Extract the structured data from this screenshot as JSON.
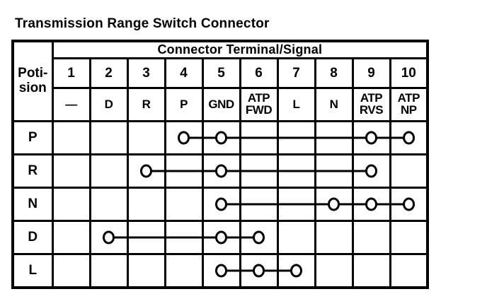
{
  "title": "Transmission Range Switch Connector",
  "table": {
    "corner_label": "Poti-\nsion",
    "group_header": "Connector Terminal/Signal",
    "terminals": [
      "1",
      "2",
      "3",
      "4",
      "5",
      "6",
      "7",
      "8",
      "9",
      "10"
    ],
    "signals": [
      "—",
      "D",
      "R",
      "P",
      "GND",
      "ATP\nFWD",
      "L",
      "N",
      "ATP\nRVS",
      "ATP\nNP"
    ]
  },
  "chart_data": {
    "type": "table",
    "title": "Transmission Range Switch Connector",
    "group_header": "Connector Terminal/Signal",
    "row_axis_label": "Poti-sion",
    "terminals": [
      1,
      2,
      3,
      4,
      5,
      6,
      7,
      8,
      9,
      10
    ],
    "terminal_signals": [
      "—",
      "D",
      "R",
      "P",
      "GND",
      "ATP FWD",
      "L",
      "N",
      "ATP RVS",
      "ATP NP"
    ],
    "rows": [
      {
        "position": "P",
        "connected_terminals": [
          4,
          5,
          9,
          10
        ]
      },
      {
        "position": "R",
        "connected_terminals": [
          3,
          5,
          9
        ]
      },
      {
        "position": "N",
        "connected_terminals": [
          5,
          8,
          9,
          10
        ]
      },
      {
        "position": "D",
        "connected_terminals": [
          2,
          5,
          6
        ]
      },
      {
        "position": "L",
        "connected_terminals": [
          5,
          6,
          7
        ]
      }
    ],
    "marker": "open-circle-connected-by-line",
    "colors": {
      "ink": "#000000",
      "paper": "#ffffff"
    }
  }
}
